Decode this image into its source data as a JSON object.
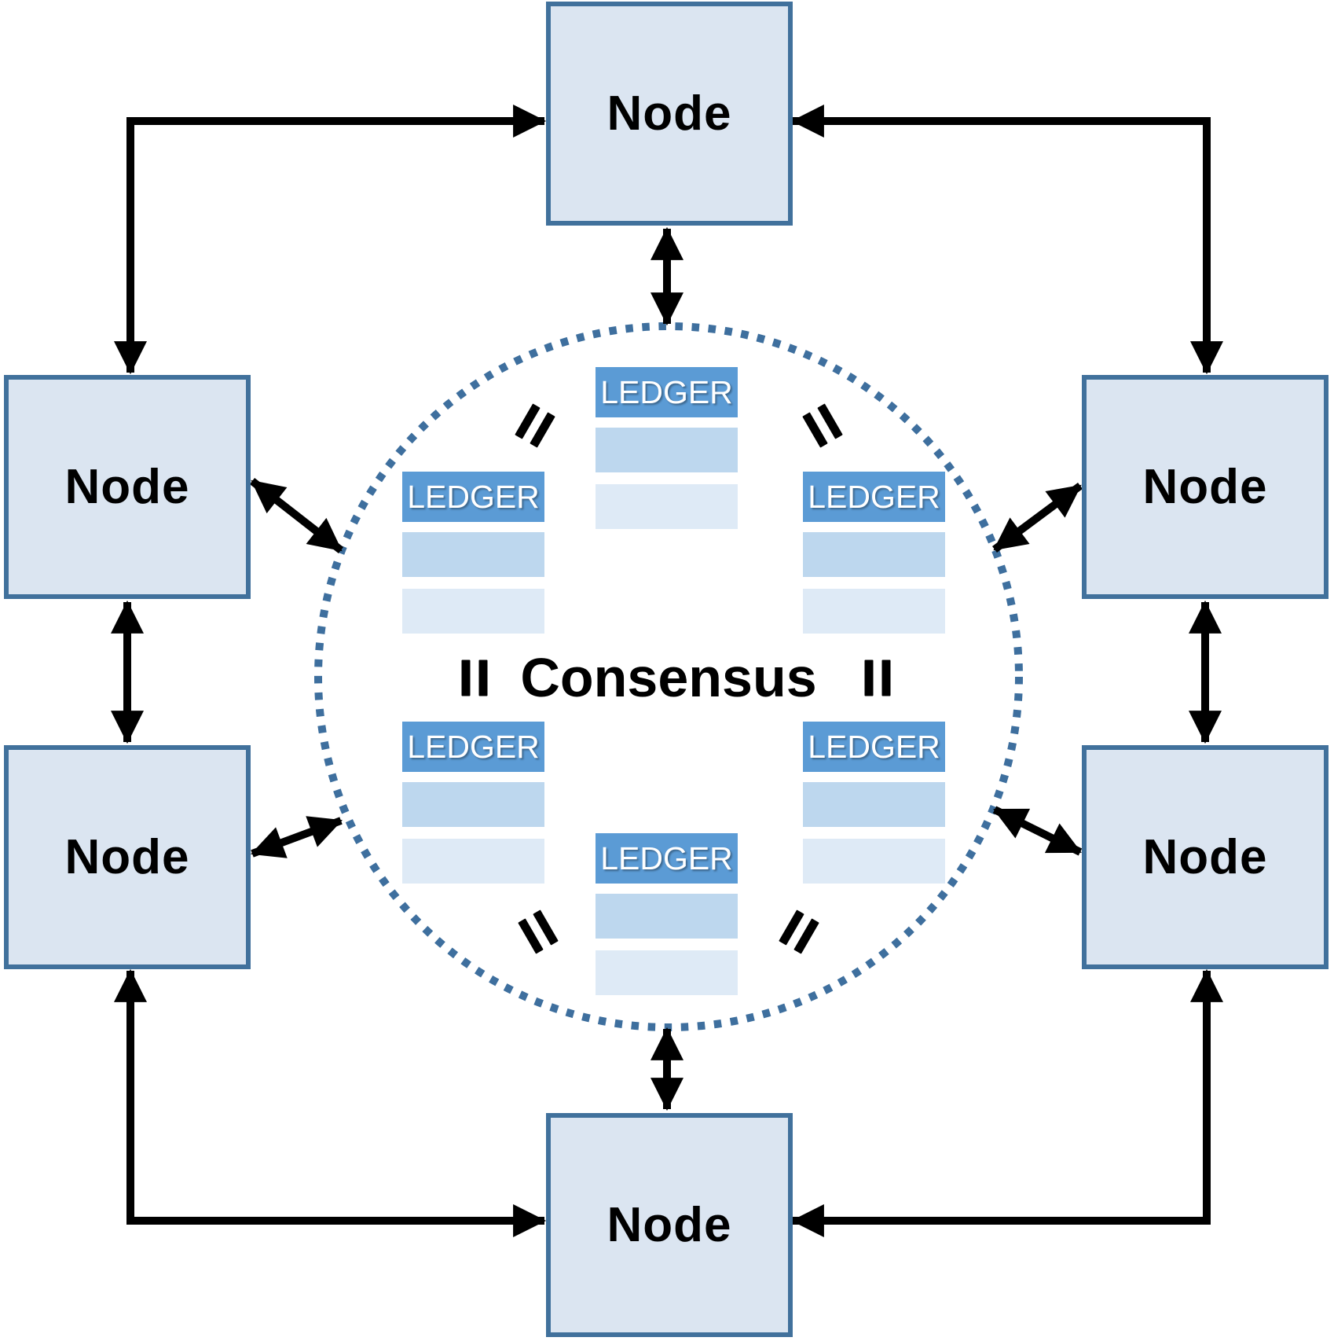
{
  "diagram": {
    "description": "Peer-to-peer blockchain network: six Node boxes connected by arrows around a dotted Consensus circle holding identical ledgers"
  },
  "nodes": [
    {
      "position": "top",
      "label": "Node"
    },
    {
      "position": "left-upper",
      "label": "Node"
    },
    {
      "position": "left-lower",
      "label": "Node"
    },
    {
      "position": "right-upper",
      "label": "Node"
    },
    {
      "position": "right-lower",
      "label": "Node"
    },
    {
      "position": "bottom",
      "label": "Node"
    }
  ],
  "circle": {
    "consensus_label": "Consensus",
    "ledgers": [
      {
        "position": "top-center",
        "label": "LEDGER"
      },
      {
        "position": "upper-left",
        "label": "LEDGER"
      },
      {
        "position": "upper-right",
        "label": "LEDGER"
      },
      {
        "position": "lower-left",
        "label": "LEDGER"
      },
      {
        "position": "lower-right",
        "label": "LEDGER"
      },
      {
        "position": "bottom-center",
        "label": "LEDGER"
      }
    ],
    "equals_sign": "="
  },
  "colors": {
    "node_fill": "#dbe5f1",
    "node_border": "#41719c",
    "ledger_header": "#5b9bd5",
    "ledger_row1": "#bdd7ee",
    "ledger_row2": "#deeaf6",
    "circle_dot": "#3e6f9e",
    "arrow": "#000000",
    "label": "#000000",
    "ledger_text": "#ffffff",
    "background": "#ffffff"
  }
}
